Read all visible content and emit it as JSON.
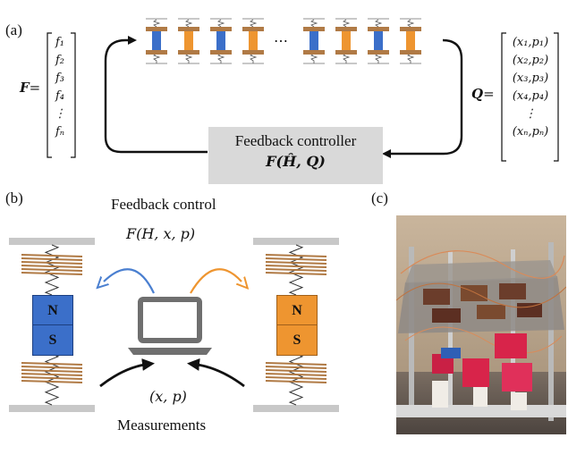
{
  "panel_labels": {
    "a": "(a)",
    "b": "(b)",
    "c": "(c)"
  },
  "vector_F": {
    "symbol": "F",
    "equals": "=",
    "entries": [
      "f₁",
      "f₂",
      "f₃",
      "f₄",
      "⋮",
      "fₙ"
    ]
  },
  "vector_Q": {
    "symbol": "Q",
    "equals": "=",
    "entries": [
      "(x₁,p₁)",
      "(x₂,p₂)",
      "(x₃,p₃)",
      "(x₄,p₄)",
      "⋮",
      "(xₙ,pₙ)"
    ]
  },
  "oscillator_chain": {
    "ellipsis": "⋯",
    "colors": [
      "#3b6fc9",
      "#ee9530",
      "#3b6fc9",
      "#ee9530",
      "#3b6fc9",
      "#ee9530",
      "#3b6fc9",
      "#ee9530"
    ]
  },
  "controller": {
    "title": "Feedback controller",
    "formula": "F(Ĥ, Q)"
  },
  "panel_b": {
    "title": "Feedback control",
    "formula": "F(H, x, p)",
    "measurement_label": "(x, p)",
    "measurements_title": "Measurements",
    "left_magnet": {
      "north": "N",
      "south": "S",
      "color": "#3b6fc9"
    },
    "right_magnet": {
      "north": "N",
      "south": "S",
      "color": "#ee9530"
    },
    "coil_color": "#b07a45",
    "rail_color": "#c8c8c8",
    "arrow_colors": {
      "left": "#4a7fd0",
      "right": "#ee9530"
    }
  },
  "panel_c": {
    "description_icon": "photo-icon"
  }
}
